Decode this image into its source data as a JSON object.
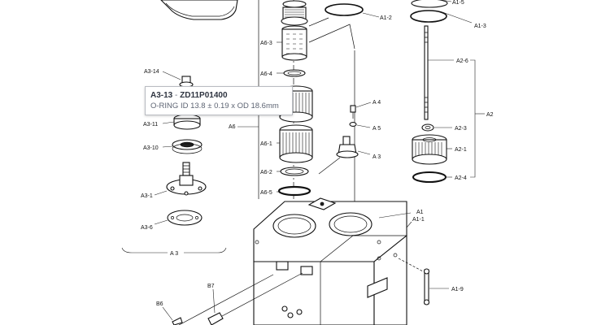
{
  "labels": {
    "a1_5": "A1-5",
    "a1_2": "A1-2",
    "a1_3": "A1-3",
    "a2_6": "A2-6",
    "a2": "A2",
    "a2_3": "A2-3",
    "a2_1": "A2-1",
    "a2_4": "A2-4",
    "a1": "A1",
    "a1_1": "A1-1",
    "a1_9": "A1-9",
    "a6_3": "A6-3",
    "a6_4": "A6-4",
    "a6": "A6",
    "a6_1": "A6-1",
    "a6_2": "A6-2",
    "a6_5": "A6-5",
    "a4": "A 4",
    "a5": "A 5",
    "a3_part": "A 3",
    "a3_14": "A3-14",
    "a3_11": "A3-11",
    "a3_10": "A3-10",
    "a3_1": "A3-1",
    "a3_6": "A3-6",
    "a3_group": "A 3",
    "b7": "B7",
    "b6": "B6"
  },
  "tooltip": {
    "part_ref": "A3-13",
    "separator": "-",
    "part_number": "ZD11P01400",
    "description": "O-RING ID 13.8 ± 0.19 x OD 18.6mm"
  }
}
